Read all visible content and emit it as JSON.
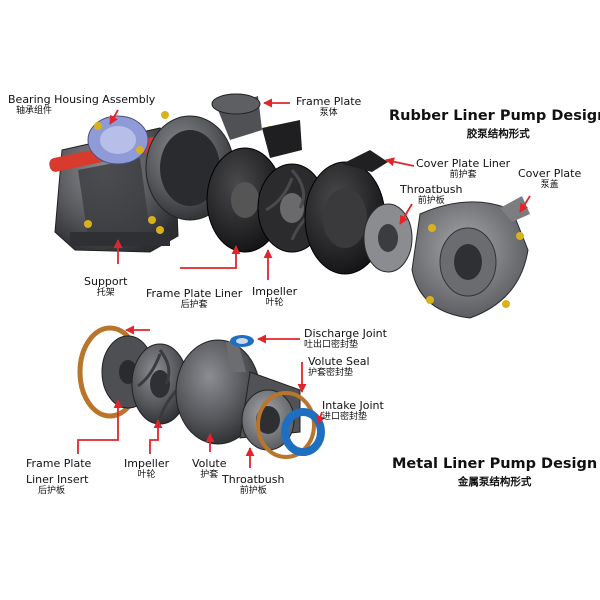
{
  "titles": {
    "rubber": {
      "en": "Rubber Liner Pump Design",
      "zh": "胶泵结构形式"
    },
    "metal": {
      "en": "Metal Liner Pump Design",
      "zh": "金属泵结构形式"
    }
  },
  "labels": {
    "bearing_housing": {
      "en": "Bearing Housing Assembly",
      "zh": "轴承组件"
    },
    "frame_plate": {
      "en": "Frame Plate",
      "zh": "泵体"
    },
    "support": {
      "en": "Support",
      "zh": "托架"
    },
    "frame_plate_liner": {
      "en": "Frame Plate Liner",
      "zh": "后护套"
    },
    "impeller_rubber": {
      "en": "Impeller",
      "zh": "叶轮"
    },
    "cover_plate_liner": {
      "en": "Cover Plate Liner",
      "zh": "前护套"
    },
    "throatbush_rubber": {
      "en": "Throatbush",
      "zh": "前护板"
    },
    "cover_plate": {
      "en": "Cover Plate",
      "zh": "泵盖"
    },
    "discharge_joint": {
      "en": "Discharge Joint",
      "zh": "吐出口密封垫"
    },
    "volute_seal": {
      "en": "Volute Seal",
      "zh": "护套密封垫"
    },
    "intake_joint": {
      "en": "Intake Joint",
      "zh": "进口密封垫"
    },
    "frame_plate_liner_insert": {
      "en1": "Frame Plate",
      "en2": "Liner Insert",
      "zh": "后护板"
    },
    "impeller_metal": {
      "en": "Impeller",
      "zh": "叶轮"
    },
    "volute": {
      "en": "Volute",
      "zh": "护套"
    },
    "throatbush_metal": {
      "en": "Throatbush",
      "zh": "前护板"
    }
  },
  "colors": {
    "arrow": "#e0262a",
    "casting_dark": "#3a3b3e",
    "casting_mid": "#5b5d61",
    "rubber_black": "#1c1c1e",
    "bolt_yellow": "#d8b21c",
    "shaft_red": "#d83a2e",
    "ring_orange": "#b8752b",
    "ring_blue": "#1f6fc0",
    "bearing_blue": "#8f9bd6"
  }
}
